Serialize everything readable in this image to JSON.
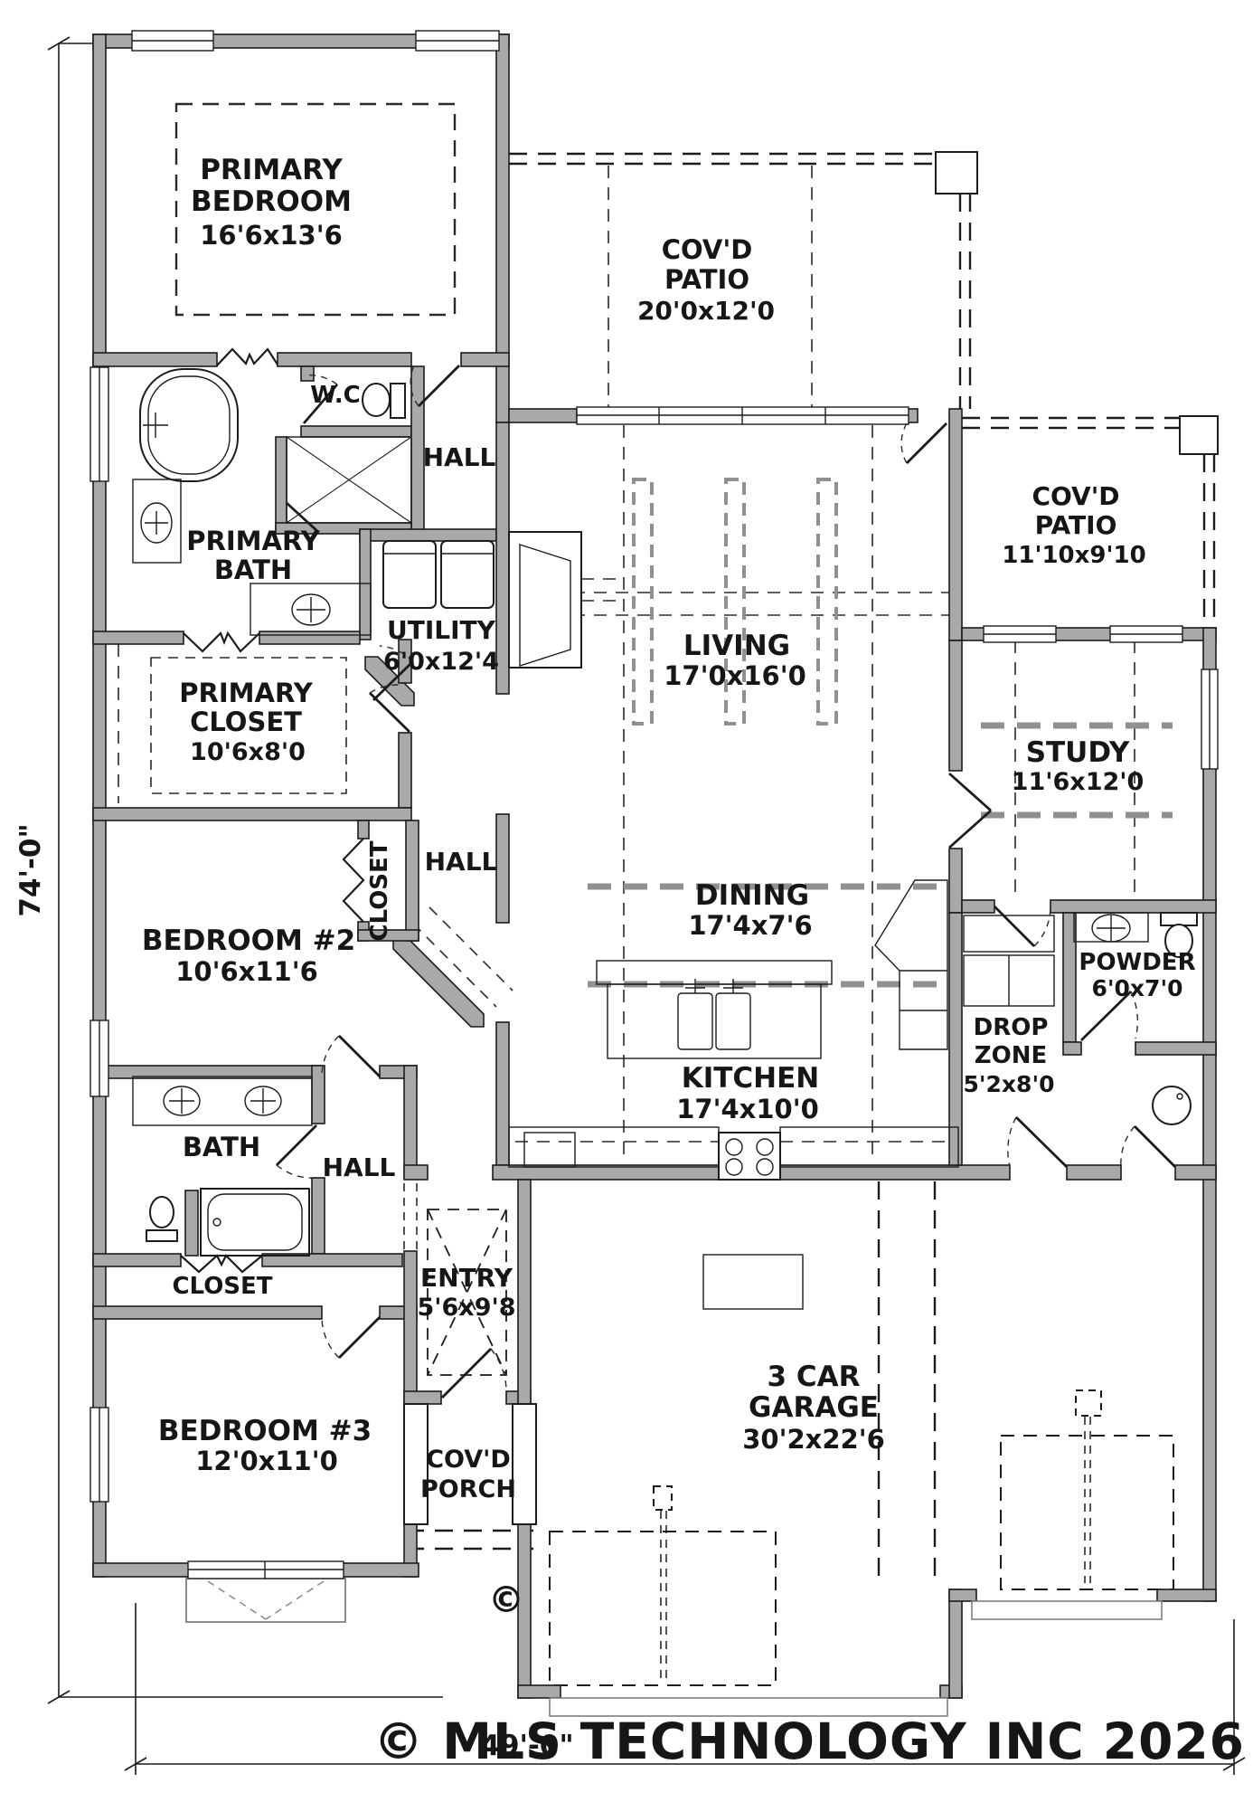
{
  "watermark": "© MLS TECHNOLOGY INC 2026",
  "copyright_mark": "©",
  "dimensions": {
    "left": "74'-0\"",
    "bottom": "49'-0\""
  },
  "labels": {
    "primary_bedroom": {
      "l1": "PRIMARY",
      "l2": "BEDROOM",
      "size": "16'6x13'6"
    },
    "patio_rear": {
      "l1": "COV'D",
      "l2": "PATIO",
      "size": "20'0x12'0"
    },
    "patio_side": {
      "l1": "COV'D",
      "l2": "PATIO",
      "size": "11'10x9'10"
    },
    "wc": {
      "l1": "W.C"
    },
    "hall_a": {
      "l1": "HALL"
    },
    "hall_b": {
      "l1": "HALL"
    },
    "hall_c": {
      "l1": "HALL"
    },
    "primary_bath": {
      "l1": "PRIMARY",
      "l2": "BATH"
    },
    "utility": {
      "l1": "UTILITY",
      "size": "6'0x12'4"
    },
    "living": {
      "l1": "LIVING",
      "size": "17'0x16'0"
    },
    "primary_closet": {
      "l1": "PRIMARY",
      "l2": "CLOSET",
      "size": "10'6x8'0"
    },
    "study": {
      "l1": "STUDY",
      "size": "11'6x12'0"
    },
    "closet_bed2": {
      "l1": "CLOSET"
    },
    "dining": {
      "l1": "DINING",
      "size": "17'4x7'6"
    },
    "bedroom2": {
      "l1": "BEDROOM #2",
      "size": "10'6x11'6"
    },
    "powder": {
      "l1": "POWDER",
      "size": "6'0x7'0"
    },
    "drop_zone": {
      "l1": "DROP",
      "l2": "ZONE",
      "size": "5'2x8'0"
    },
    "bath": {
      "l1": "BATH"
    },
    "kitchen": {
      "l1": "KITCHEN",
      "size": "17'4x10'0"
    },
    "closet_linen": {
      "l1": "CLOSET"
    },
    "entry": {
      "l1": "ENTRY",
      "size": "5'6x9'8"
    },
    "bedroom3": {
      "l1": "BEDROOM #3",
      "size": "12'0x11'0"
    },
    "porch": {
      "l1": "COV'D",
      "l2": "PORCH"
    },
    "garage": {
      "l1": "3 CAR",
      "l2": "GARAGE",
      "size": "30'2x22'6"
    }
  }
}
